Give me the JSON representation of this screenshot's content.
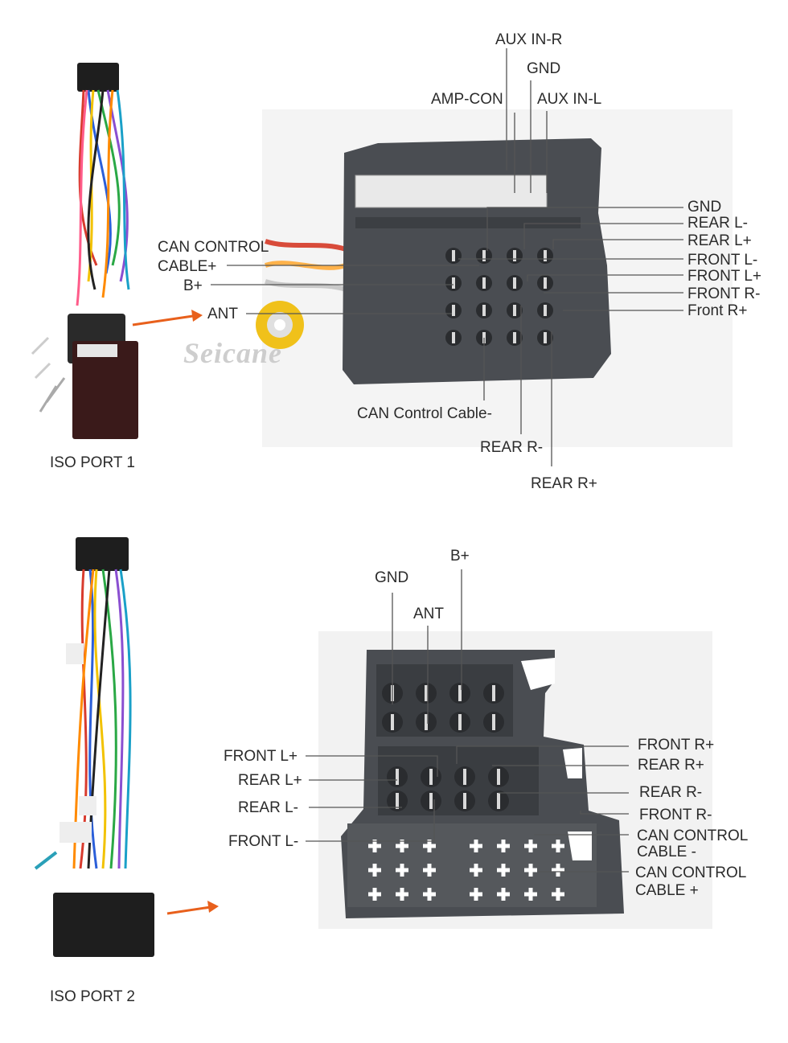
{
  "watermark": "Seicane",
  "port1": {
    "title": "ISO PORT 1",
    "labels": {
      "aux_in_r": "AUX IN-R",
      "gnd_top": "GND",
      "amp_con": "AMP-CON",
      "aux_in_l": "AUX IN-L",
      "gnd": "GND",
      "rear_l_minus": "REAR L-",
      "rear_l_plus": "REAR L+",
      "front_l_minus": "FRONT L-",
      "front_l_plus": "FRONT L+",
      "front_r_minus": "FRONT R-",
      "front_r_plus": "Front R+",
      "can_control_1": "CAN CONTROL",
      "can_control_2": "CABLE+",
      "b_plus": "B+",
      "ant": "ANT",
      "can_control_cable_minus": "CAN Control Cable-",
      "rear_r_minus": "REAR R-",
      "rear_r_plus": "REAR R+"
    }
  },
  "port2": {
    "title": "ISO PORT 2",
    "labels": {
      "b_plus": "B+",
      "gnd": "GND",
      "ant": "ANT",
      "front_l_plus": "FRONT L+",
      "rear_l_plus": "REAR L+",
      "rear_l_minus": "REAR L-",
      "front_l_minus": "FRONT L-",
      "front_r_plus": "FRONT R+",
      "rear_r_plus": "REAR R+",
      "rear_r_minus": "REAR R-",
      "front_r_minus": "FRONT R-",
      "can_control_minus_1": "CAN CONTROL",
      "can_control_minus_2": "CABLE -",
      "can_control_plus_1": "CAN CONTROL",
      "can_control_plus_2": "CABLE +"
    }
  },
  "colors": {
    "arrow": "#e8601c",
    "connector": "#4a4d52",
    "leader": "#555555"
  }
}
